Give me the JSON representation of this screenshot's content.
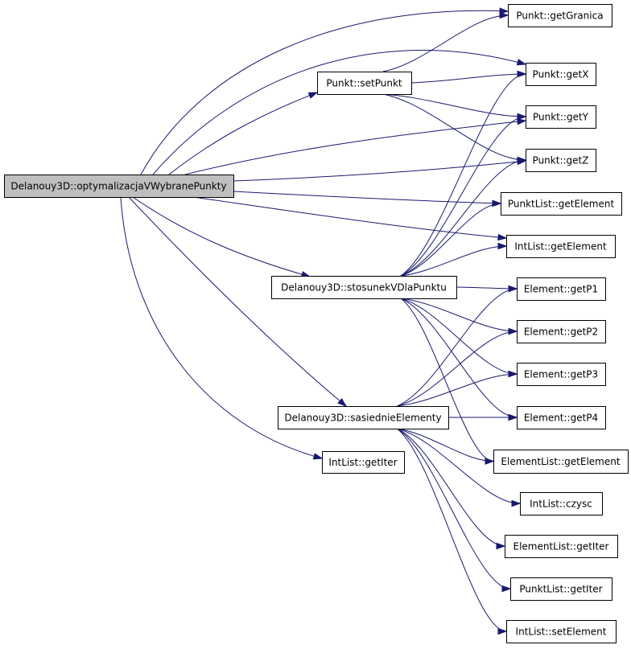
{
  "colors": {
    "edge": "#191970",
    "root_fill": "#bfbfbf",
    "node_fill": "#ffffff",
    "border": "#000000"
  },
  "nodes": [
    {
      "id": "root",
      "label": "Delanouy3D::optymalizacjaVWybranePunkty"
    },
    {
      "id": "setPunkt",
      "label": "Punkt::setPunkt"
    },
    {
      "id": "stosunek",
      "label": "Delanouy3D::stosunekVDlaPunktu"
    },
    {
      "id": "sasiednie",
      "label": "Delanouy3D::sasiednieElementy"
    },
    {
      "id": "ilGetIter",
      "label": "IntList::getIter"
    },
    {
      "id": "getGranica",
      "label": "Punkt::getGranica"
    },
    {
      "id": "getX",
      "label": "Punkt::getX"
    },
    {
      "id": "getY",
      "label": "Punkt::getY"
    },
    {
      "id": "getZ",
      "label": "Punkt::getZ"
    },
    {
      "id": "plGetElement",
      "label": "PunktList::getElement"
    },
    {
      "id": "ilGetElement",
      "label": "IntList::getElement"
    },
    {
      "id": "getP1",
      "label": "Element::getP1"
    },
    {
      "id": "getP2",
      "label": "Element::getP2"
    },
    {
      "id": "getP3",
      "label": "Element::getP3"
    },
    {
      "id": "getP4",
      "label": "Element::getP4"
    },
    {
      "id": "elGetElement",
      "label": "ElementList::getElement"
    },
    {
      "id": "czysc",
      "label": "IntList::czysc"
    },
    {
      "id": "elGetIter",
      "label": "ElementList::getIter"
    },
    {
      "id": "plGetIter",
      "label": "PunktList::getIter"
    },
    {
      "id": "ilSetElement",
      "label": "IntList::setElement"
    }
  ],
  "edges": [
    [
      "root",
      "getGranica"
    ],
    [
      "root",
      "getX"
    ],
    [
      "root",
      "setPunkt"
    ],
    [
      "root",
      "getY"
    ],
    [
      "root",
      "getZ"
    ],
    [
      "root",
      "plGetElement"
    ],
    [
      "root",
      "ilGetElement"
    ],
    [
      "root",
      "stosunek"
    ],
    [
      "root",
      "sasiednie"
    ],
    [
      "root",
      "ilGetIter"
    ],
    [
      "setPunkt",
      "getGranica"
    ],
    [
      "setPunkt",
      "getX"
    ],
    [
      "setPunkt",
      "getY"
    ],
    [
      "setPunkt",
      "getZ"
    ],
    [
      "stosunek",
      "getX"
    ],
    [
      "stosunek",
      "getY"
    ],
    [
      "stosunek",
      "getZ"
    ],
    [
      "stosunek",
      "plGetElement"
    ],
    [
      "stosunek",
      "ilGetElement"
    ],
    [
      "stosunek",
      "getP1"
    ],
    [
      "stosunek",
      "getP2"
    ],
    [
      "stosunek",
      "getP3"
    ],
    [
      "stosunek",
      "getP4"
    ],
    [
      "stosunek",
      "elGetElement"
    ],
    [
      "sasiednie",
      "getP1"
    ],
    [
      "sasiednie",
      "getP2"
    ],
    [
      "sasiednie",
      "getP3"
    ],
    [
      "sasiednie",
      "getP4"
    ],
    [
      "sasiednie",
      "elGetElement"
    ],
    [
      "sasiednie",
      "czysc"
    ],
    [
      "sasiednie",
      "elGetIter"
    ],
    [
      "sasiednie",
      "plGetIter"
    ],
    [
      "sasiednie",
      "ilSetElement"
    ]
  ]
}
